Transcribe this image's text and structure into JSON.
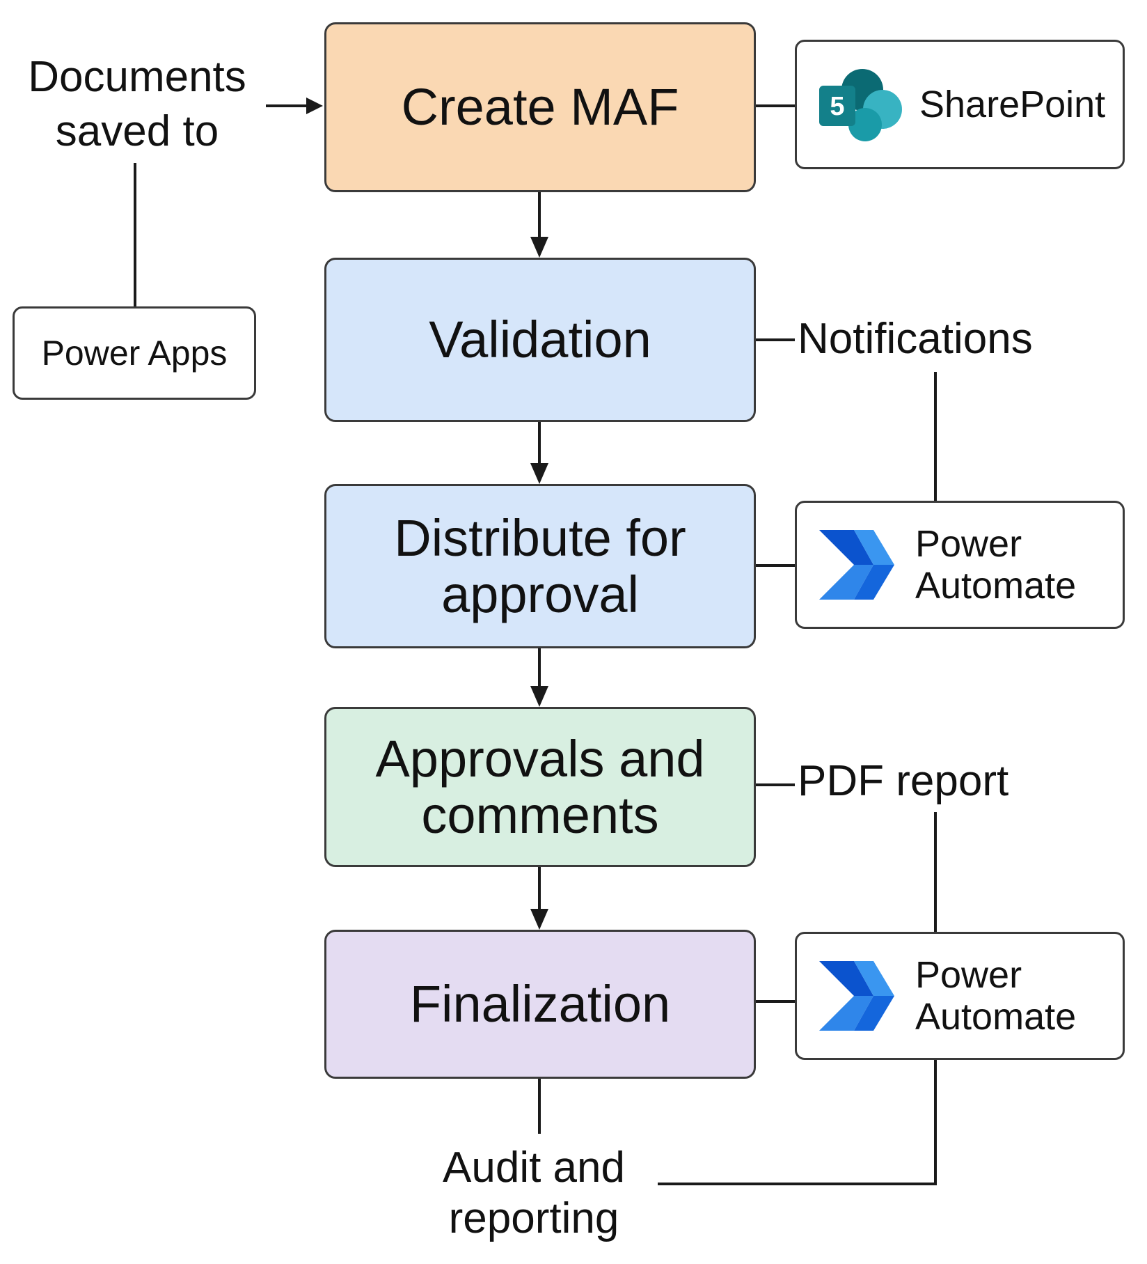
{
  "colors": {
    "create": "#fad8b3",
    "validation": "#d6e6fa",
    "distribute": "#d6e6fa",
    "approvals": "#d8efe1",
    "finalization": "#e4dcf2",
    "line": "#1a1a1a",
    "sharepoint_teal": "#13808a",
    "sharepoint_light": "#38b3c2",
    "automate_dark": "#0b53ce",
    "automate_light": "#3a96f0"
  },
  "steps": {
    "create": "Create MAF",
    "validation": "Validation",
    "distribute": [
      "Distribute for",
      "approval"
    ],
    "approvals": [
      "Approvals and",
      "comments"
    ],
    "finalization": "Finalization"
  },
  "tools": {
    "sharepoint": {
      "label": "SharePoint",
      "icon": "sharepoint-logo",
      "badge": "5"
    },
    "powerapps": {
      "label": "Power Apps"
    },
    "automate_1": {
      "lines": [
        "Power",
        "Automate"
      ],
      "icon": "power-automate-logo"
    },
    "automate_2": {
      "lines": [
        "Power",
        "Automate"
      ],
      "icon": "power-automate-logo"
    }
  },
  "labels": {
    "documents": [
      "Documents",
      "saved to"
    ],
    "notifications": "Notifications",
    "pdf_report": "PDF report",
    "audit": [
      "Audit and",
      "reporting"
    ]
  }
}
